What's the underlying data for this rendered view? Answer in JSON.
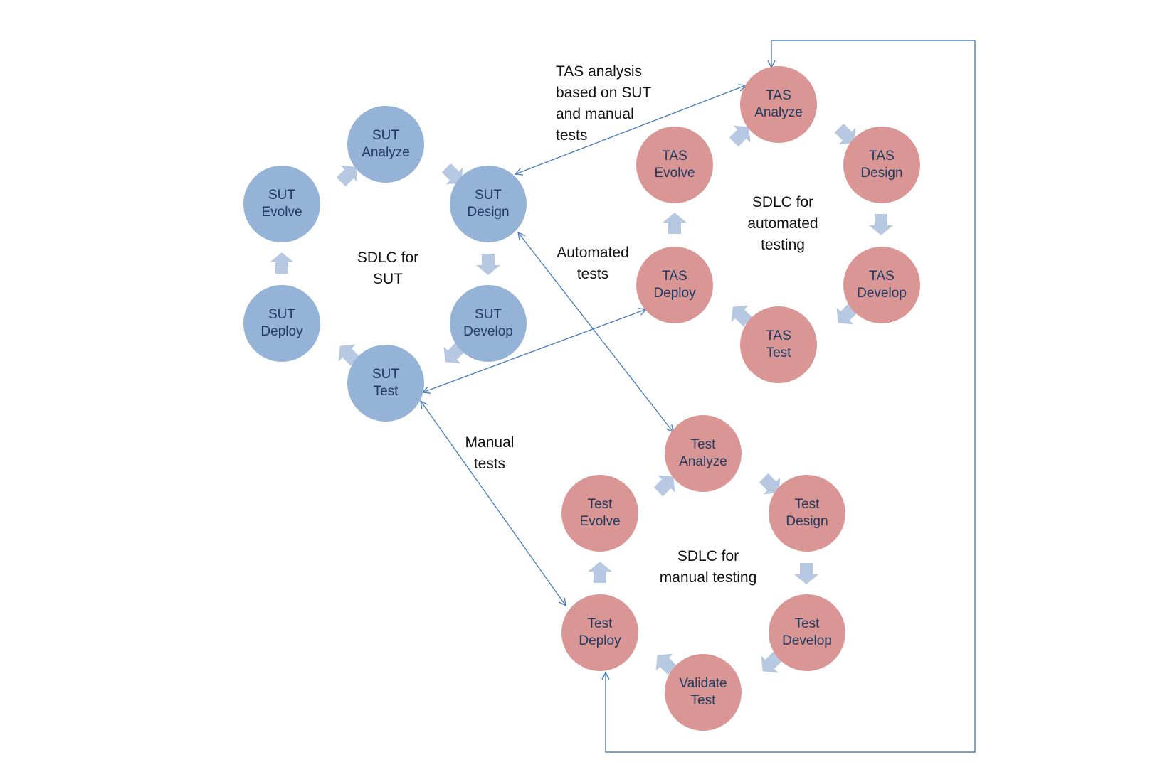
{
  "colors": {
    "sut_node": "#95b3d7",
    "test_node": "#d99694",
    "node_text": "#1f3a60",
    "cycle_arrow": "#b7c9e2",
    "connector": "#4f81bd"
  },
  "sut_cycle": {
    "center_label": [
      "SDLC for",
      "SUT"
    ],
    "nodes": {
      "analyze": [
        "SUT",
        "Analyze"
      ],
      "design": [
        "SUT",
        "Design"
      ],
      "develop": [
        "SUT",
        "Develop"
      ],
      "test": [
        "SUT",
        "Test"
      ],
      "deploy": [
        "SUT",
        "Deploy"
      ],
      "evolve": [
        "SUT",
        "Evolve"
      ]
    }
  },
  "tas_cycle": {
    "center_label": [
      "SDLC for",
      "automated",
      "testing"
    ],
    "nodes": {
      "analyze": [
        "TAS",
        "Analyze"
      ],
      "design": [
        "TAS",
        "Design"
      ],
      "develop": [
        "TAS",
        "Develop"
      ],
      "test": [
        "TAS",
        "Test"
      ],
      "deploy": [
        "TAS",
        "Deploy"
      ],
      "evolve": [
        "TAS",
        "Evolve"
      ]
    }
  },
  "manual_cycle": {
    "center_label": [
      "SDLC for",
      "manual testing"
    ],
    "nodes": {
      "analyze": [
        "Test",
        "Analyze"
      ],
      "design": [
        "Test",
        "Design"
      ],
      "develop": [
        "Test",
        "Develop"
      ],
      "validate": [
        "Validate",
        "Test"
      ],
      "deploy": [
        "Test",
        "Deploy"
      ],
      "evolve": [
        "Test",
        "Evolve"
      ]
    }
  },
  "connector_labels": {
    "tas_analysis": [
      "TAS analysis",
      "based on SUT",
      "and manual",
      "tests"
    ],
    "automated_tests": [
      "Automated",
      "tests"
    ],
    "manual_tests": [
      "Manual",
      "tests"
    ]
  }
}
